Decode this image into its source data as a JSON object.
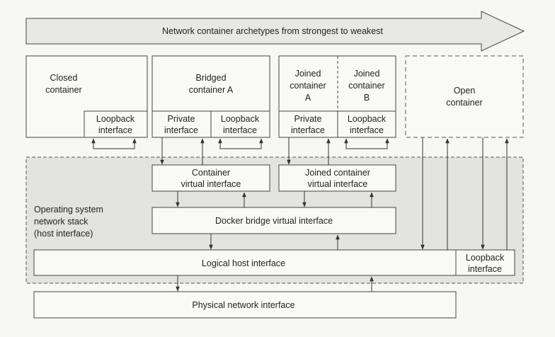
{
  "title_arrow": {
    "label": "Network container archetypes from strongest to weakest"
  },
  "containers": {
    "closed": {
      "title": [
        "Closed",
        "container"
      ],
      "loopback": [
        "Loopback",
        "interface"
      ]
    },
    "bridged": {
      "title": [
        "Bridged",
        "container A"
      ],
      "private": [
        "Private",
        "interface"
      ],
      "loopback": [
        "Loopback",
        "interface"
      ]
    },
    "joined_a": {
      "title": [
        "Joined",
        "container",
        "A"
      ],
      "private": [
        "Private",
        "interface"
      ]
    },
    "joined_b": {
      "title": [
        "Joined",
        "container",
        "B"
      ],
      "loopback": [
        "Loopback",
        "interface"
      ]
    },
    "open": {
      "title": [
        "Open",
        "container"
      ]
    }
  },
  "host": {
    "label": [
      "Operating system",
      "network stack",
      "(host interface)"
    ],
    "container_virtual": [
      "Container",
      "virtual interface"
    ],
    "joined_virtual": [
      "Joined container",
      "virtual interface"
    ],
    "docker_bridge": "Docker bridge virtual interface",
    "logical_host": "Logical host interface",
    "loopback": [
      "Loopback",
      "interface"
    ]
  },
  "physical": {
    "label": "Physical network interface"
  },
  "colors": {
    "background": "#f7f8f5",
    "box_fill": "#f9faf7",
    "host_fill": "#e3e3e0",
    "arrow_fill": "#e8e8e5",
    "stroke": "#333333"
  }
}
